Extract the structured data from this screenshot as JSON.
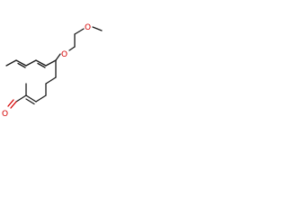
{
  "molecule": {
    "atoms": {
      "methoxy_oxygen": {
        "symbol": "O",
        "color": "#d40000"
      },
      "ether_oxygen": {
        "symbol": "O",
        "color": "#d40000"
      },
      "aldehyde_oxygen": {
        "symbol": "O",
        "color": "#d40000"
      }
    },
    "bond_color": "#1a1a1a",
    "heteroatom_color": "#d40000"
  }
}
